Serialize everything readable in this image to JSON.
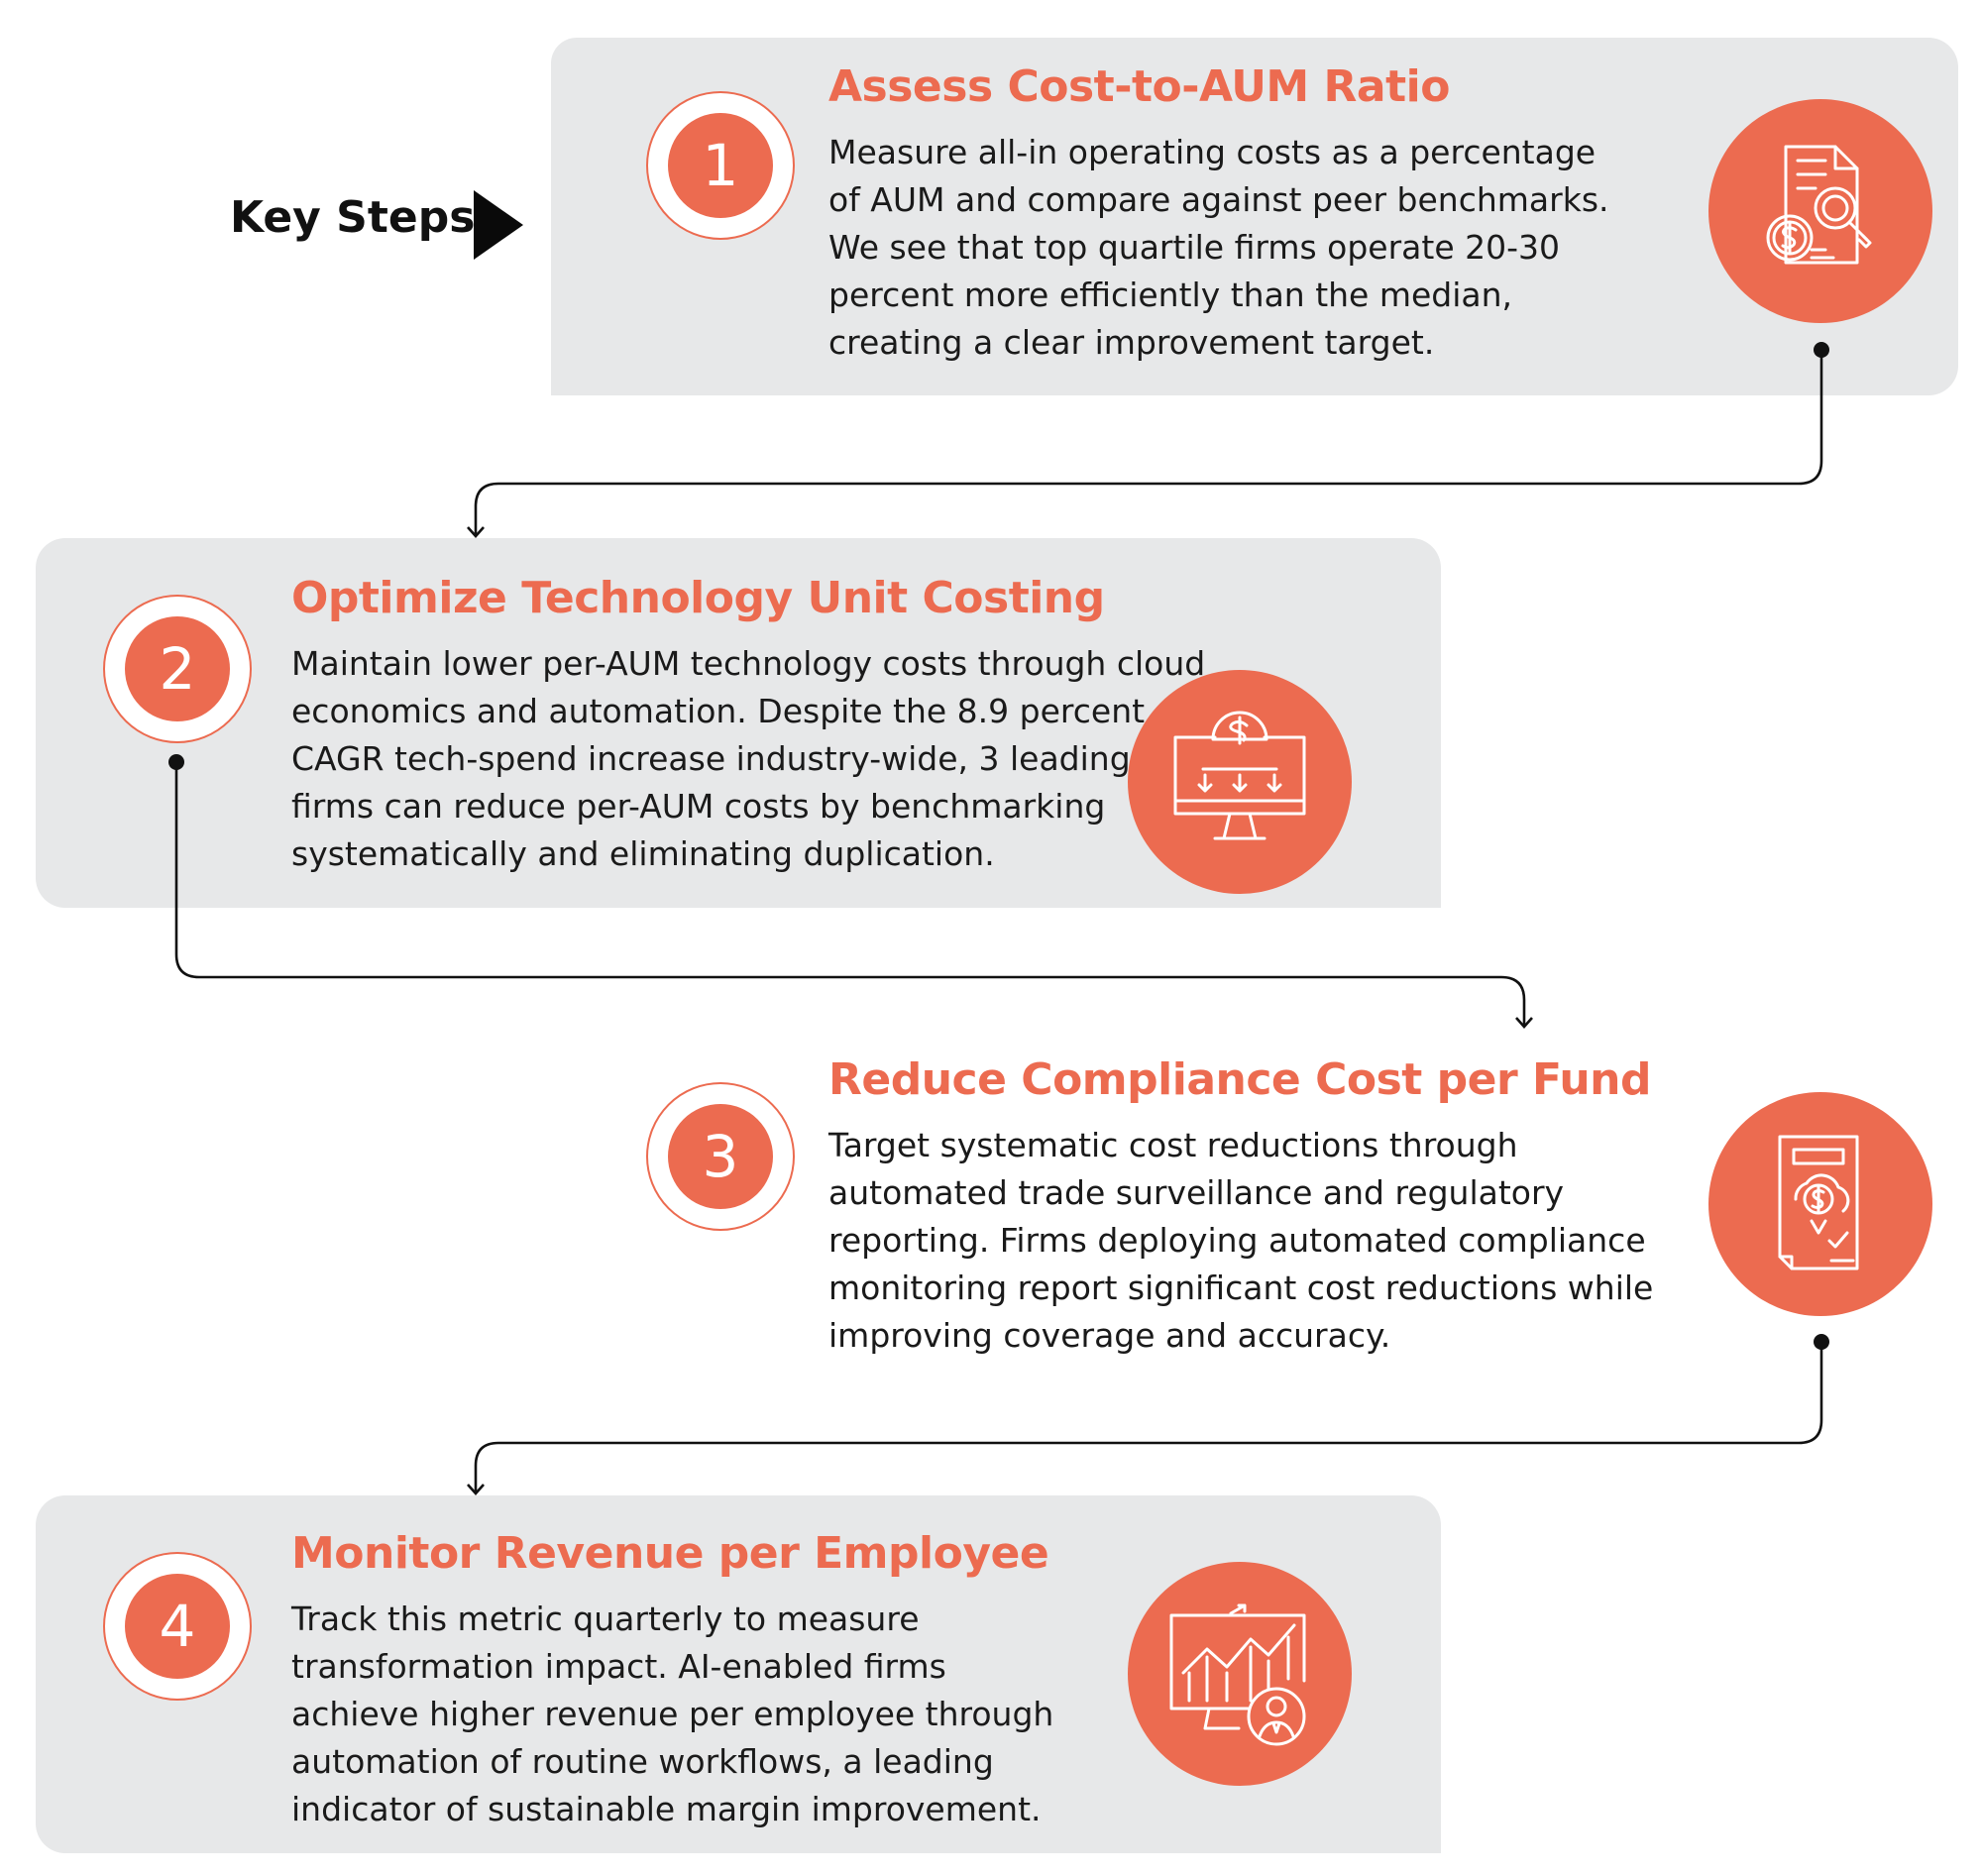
{
  "header": {
    "label": "Key Steps"
  },
  "steps": [
    {
      "number": "1",
      "title": "Assess Cost-to-AUM Ratio",
      "lines": [
        "Measure all-in operating costs as a percentage",
        "of AUM and compare against peer benchmarks.",
        "We see that top quartile firms operate 20-30",
        "percent more efficiently than the median,",
        "creating a clear improvement target."
      ],
      "icon": "cost-analysis-icon"
    },
    {
      "number": "2",
      "title": "Optimize Technology Unit Costing",
      "lines": [
        "Maintain lower per-AUM technology costs through cloud",
        "economics and automation. Despite the 8.9 percent",
        "CAGR tech-spend increase industry-wide, 3 leading",
        "firms can reduce per-AUM costs by benchmarking",
        "systematically and eliminating duplication."
      ],
      "icon": "monitor-cost-reduction-icon"
    },
    {
      "number": "3",
      "title": "Reduce Compliance Cost per Fund",
      "lines": [
        "Target systematic cost reductions through",
        "automated trade surveillance and regulatory",
        "reporting. Firms deploying automated compliance",
        "monitoring report significant cost reductions while",
        "improving coverage and accuracy."
      ],
      "icon": "compliance-document-icon"
    },
    {
      "number": "4",
      "title": "Monitor Revenue per Employee",
      "lines": [
        "Track this metric quarterly to measure",
        "transformation impact. AI-enabled firms",
        "achieve higher revenue per employee through",
        "automation of routine workflows, a leading",
        "indicator of sustainable margin improvement."
      ],
      "icon": "revenue-growth-monitor-icon"
    }
  ],
  "colors": {
    "accent": "#ec6b50",
    "card": "#e7e8e9",
    "text": "#1a1a1a"
  }
}
